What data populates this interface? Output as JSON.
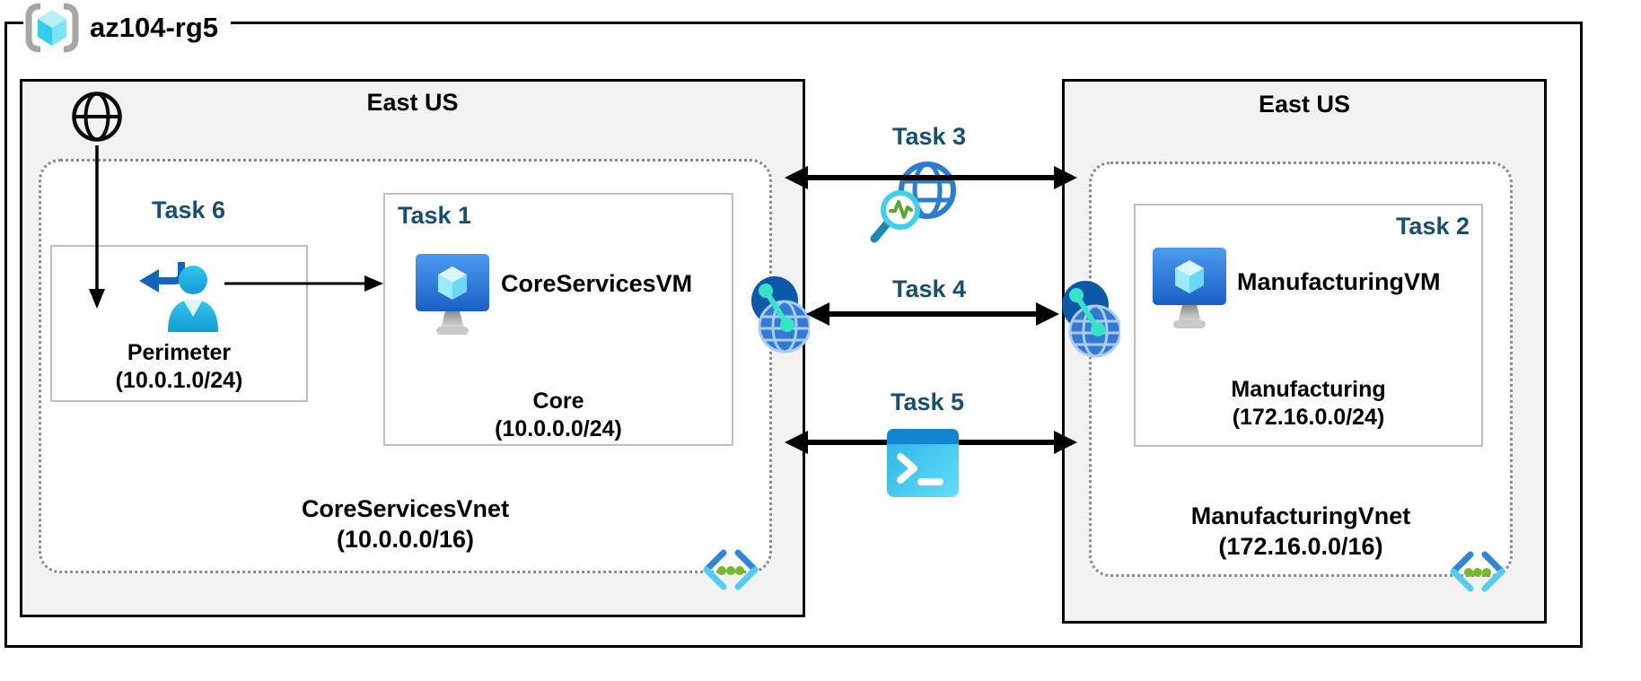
{
  "header": {
    "resource_group": "az104-rg5"
  },
  "left_region": {
    "location": "East US",
    "task6_label": "Task 6",
    "perimeter": {
      "name": "Perimeter",
      "cidr": "(10.0.1.0/24)"
    },
    "task1": {
      "label": "Task 1",
      "vm": "CoreServicesVM",
      "subnet": "Core",
      "subnet_cidr": "(10.0.0.0/24)"
    },
    "vnet": {
      "name": "CoreServicesVnet",
      "cidr": "(10.0.0.0/16)"
    }
  },
  "right_region": {
    "location": "East US",
    "task2": {
      "label": "Task 2",
      "vm": "ManufacturingVM",
      "subnet": "Manufacturing",
      "subnet_cidr": "(172.16.0.0/24)"
    },
    "vnet": {
      "name": "ManufacturingVnet",
      "cidr": "(172.16.0.0/16)"
    }
  },
  "connections": {
    "task3_label": "Task 3",
    "task4_label": "Task 4",
    "task5_label": "Task 5"
  },
  "icons": {
    "resource_group": "resource-group-icon",
    "internet": "internet-globe-icon",
    "perimeter_user": "sign-in-user-icon",
    "virtual_machine": "virtual-machine-icon",
    "network_watcher": "network-watcher-icon",
    "vnet_peering": "vnet-peering-icon",
    "cloud_shell": "cloud-shell-icon",
    "virtual_network": "virtual-network-icon"
  },
  "colors": {
    "task_label": "#174E74",
    "region_fill": "#F2F2F2",
    "box_border": "#000000",
    "subnet_border": "#BFBFBF",
    "dotted_border": "#8A8A8A",
    "azure_blue": "#2E7BD4",
    "cyan": "#50E6FF",
    "teal": "#35E5C5",
    "green": "#76B82A"
  }
}
